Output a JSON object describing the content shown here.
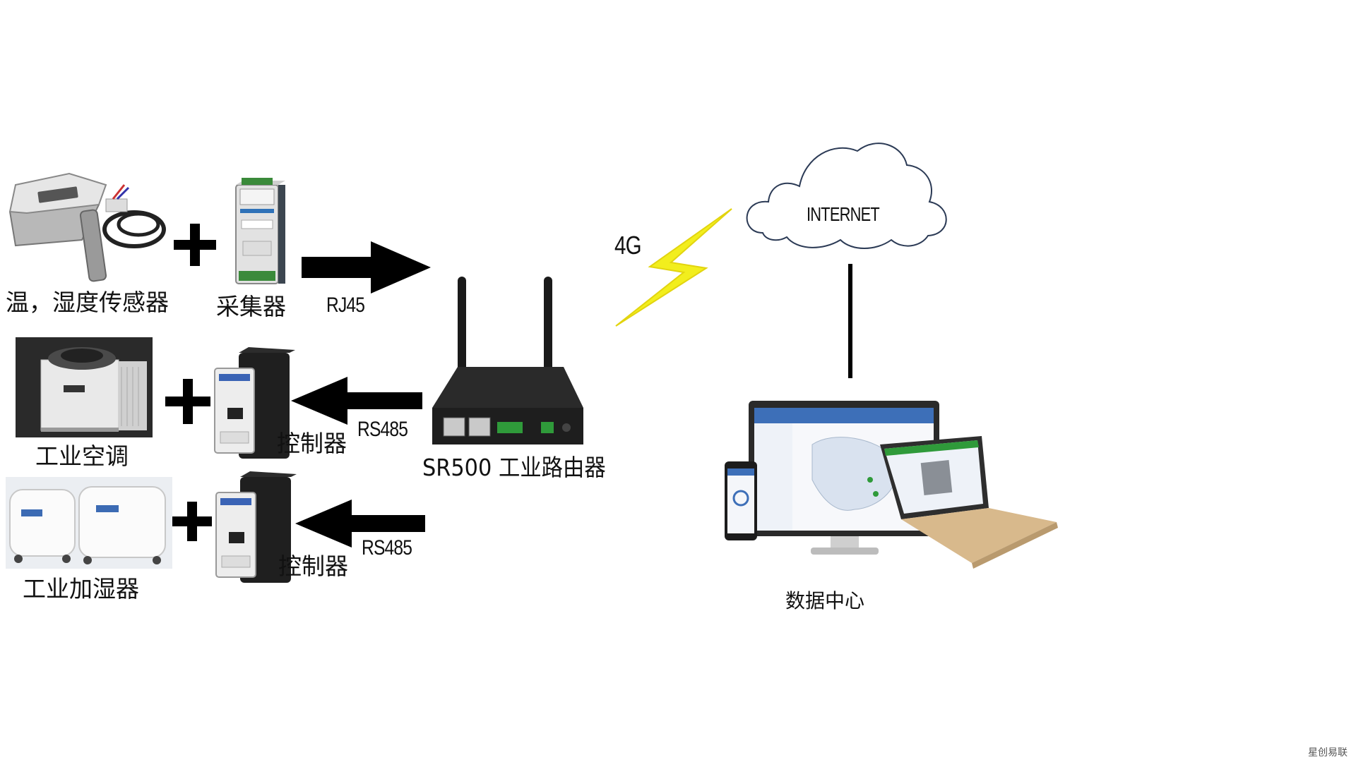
{
  "labels": {
    "temp_sensor": "温，湿度传感器",
    "collector": "采集器",
    "rj45": "RJ45",
    "industrial_ac": "工业空调",
    "controller_1": "控制器",
    "rs485_1": "RS485",
    "router": "SR500 工业路由器",
    "humidifier": "工业加湿器",
    "controller_2": "控制器",
    "rs485_2": "RS485",
    "signal_4g": "4G",
    "internet": "INTERNET",
    "data_center": "数据中心",
    "watermark": "星创易联"
  },
  "icons": {
    "plus": "plus-icon",
    "lightning": "lightning-bolt-icon",
    "cloud": "cloud-icon"
  },
  "colors": {
    "arrow": "#000000",
    "lightning": "#f2ee1d",
    "cloud_stroke": "#2b3a55",
    "router_body": "#1e1e1e",
    "laptop_gold": "#d8b98c"
  }
}
